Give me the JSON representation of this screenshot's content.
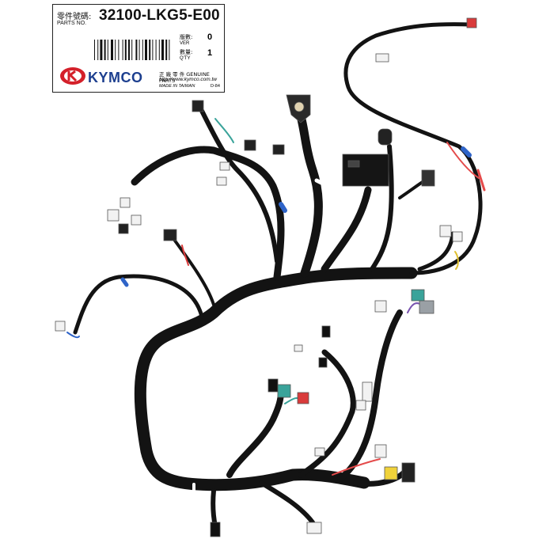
{
  "label": {
    "part_no_cn": "零件號碼:",
    "part_no_en": "PARTS NO.",
    "part_number": "32100-LKG5-E00",
    "ver_cn": "版數:",
    "ver_en": "VER",
    "ver_value": "0",
    "qty_cn": "數量:",
    "qty_en": "Q'TY",
    "qty_value": "1",
    "brand": "KYMCO",
    "genuine_parts": "正 廠 零 件 GENUINE PARTS",
    "website": "http://www.kymco.com.tw",
    "made_in": "MADE IN TAIWAN",
    "code": "D-84",
    "brand_color": "#d4202a",
    "text_color": "#1d3f8f"
  },
  "photo": {
    "icons": [
      "wire-harness",
      "connector-white",
      "connector-black",
      "connector-red",
      "connector-teal",
      "connector-yellow"
    ],
    "colors": {
      "sheath": "#131313",
      "connector_white": "#f2f2f2",
      "connector_red": "#d93b3b",
      "connector_teal": "#3aa39a",
      "connector_yellow": "#f0d23a"
    }
  }
}
